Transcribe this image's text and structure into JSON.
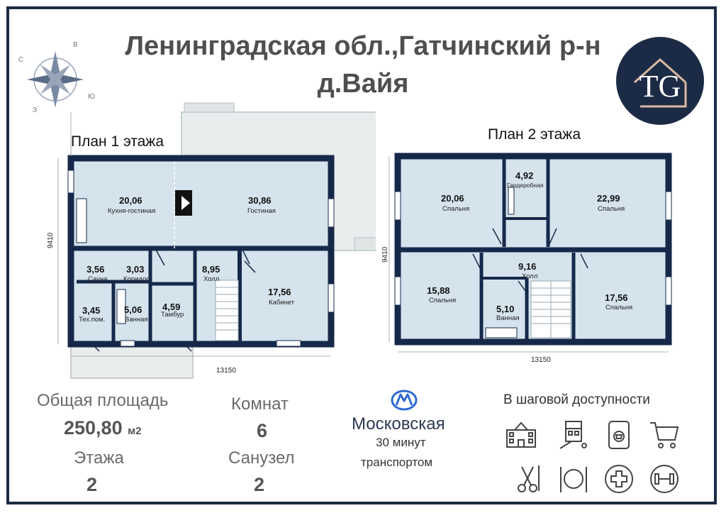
{
  "header": {
    "title_line1": "Ленинградская обл.,Гатчинский р-н",
    "title_line2": "д.Вайя",
    "logo_text": "TG"
  },
  "compass": {
    "n": "С",
    "e": "В",
    "s": "Ю",
    "w": "З"
  },
  "plan1": {
    "title": "План 1 этажа",
    "dim_width": "13150",
    "dim_height": "9410",
    "rooms": [
      {
        "area": "20,06",
        "name": "Кухня-гостиная"
      },
      {
        "area": "30,86",
        "name": "Гостиная"
      },
      {
        "area": "3,56",
        "name": "Сауна"
      },
      {
        "area": "3,03",
        "name": "Коридор"
      },
      {
        "area": "8,95",
        "name": "Холл"
      },
      {
        "area": "17,56",
        "name": "Кабинет"
      },
      {
        "area": "3,45",
        "name": "Тех.пом."
      },
      {
        "area": "5,06",
        "name": "Ванная"
      },
      {
        "area": "4,59",
        "name": "Тамбур"
      }
    ]
  },
  "plan2": {
    "title": "План 2 этажа",
    "dim_width": "13150",
    "dim_height": "9410",
    "rooms": [
      {
        "area": "20,06",
        "name": "Спальня"
      },
      {
        "area": "4,92",
        "name": "Гардеробная"
      },
      {
        "area": "22,99",
        "name": "Спальня"
      },
      {
        "area": "9,16",
        "name": "Холл"
      },
      {
        "area": "15,88",
        "name": "Спальня"
      },
      {
        "area": "5,10",
        "name": "Ванная"
      },
      {
        "area": "17,56",
        "name": "Спальня"
      }
    ]
  },
  "stats": {
    "total_area_label": "Общая площадь",
    "total_area_value": "250,80",
    "total_area_unit": "м2",
    "floors_label": "Этажа",
    "floors_value": "2",
    "rooms_label": "Комнат",
    "rooms_value": "6",
    "bathrooms_label": "Санузел",
    "bathrooms_value": "2"
  },
  "metro": {
    "station": "Московская",
    "time": "30 минут",
    "mode": "транспортом",
    "color": "#2e6bd1"
  },
  "walking": {
    "title": "В шаговой доступности",
    "icons": [
      "school-icon",
      "playground-icon",
      "shop-icon",
      "cart-icon",
      "barber-icon",
      "restaurant-icon",
      "medical-icon",
      "gym-icon"
    ]
  },
  "colors": {
    "brand_navy": "#1c2b45",
    "room_fill": "#d4e3ec",
    "wall": "#16284a"
  }
}
